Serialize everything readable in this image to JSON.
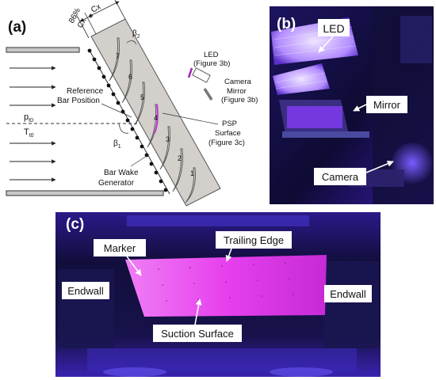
{
  "panel_a": {
    "tag": "(a)",
    "dim_top": "Cx",
    "dim_pct": "86%",
    "dim_cx": "Cx",
    "beta2": "β",
    "beta2_sub": "2",
    "beta1": "β",
    "beta1_sub": "1",
    "p_t0": "p",
    "p_t0_sub": "t0",
    "T_t0": "T",
    "T_t0_sub": "t0",
    "reference_line1": "Reference",
    "reference_line2": "Bar Position",
    "bar_wake_line1": "Bar Wake",
    "bar_wake_line2": "Generator",
    "led_line1": "LED",
    "led_line2": "(Figure 3b)",
    "camera_line1": "Camera",
    "camera_line2": "Mirror",
    "camera_line3": "(Figure 3b)",
    "psp_line1": "PSP",
    "psp_line2": "Surface",
    "psp_line3": "(Figure 3c)",
    "blade_numbers": [
      "1",
      "2",
      "3",
      "4",
      "5",
      "6",
      "7"
    ]
  },
  "panel_b": {
    "tag": "(b)",
    "led": "LED",
    "mirror": "Mirror",
    "camera": "Camera"
  },
  "panel_c": {
    "tag": "(c)",
    "marker": "Marker",
    "trailing_edge": "Trailing Edge",
    "endwall_left": "Endwall",
    "endwall_right": "Endwall",
    "suction_surface": "Suction Surface"
  },
  "colors": {
    "cascade_fill": "#d3cfca",
    "psp_magenta": "#e33cf0",
    "photo_dark": "#0d0b26",
    "led_glow": "#c9a8ff"
  }
}
